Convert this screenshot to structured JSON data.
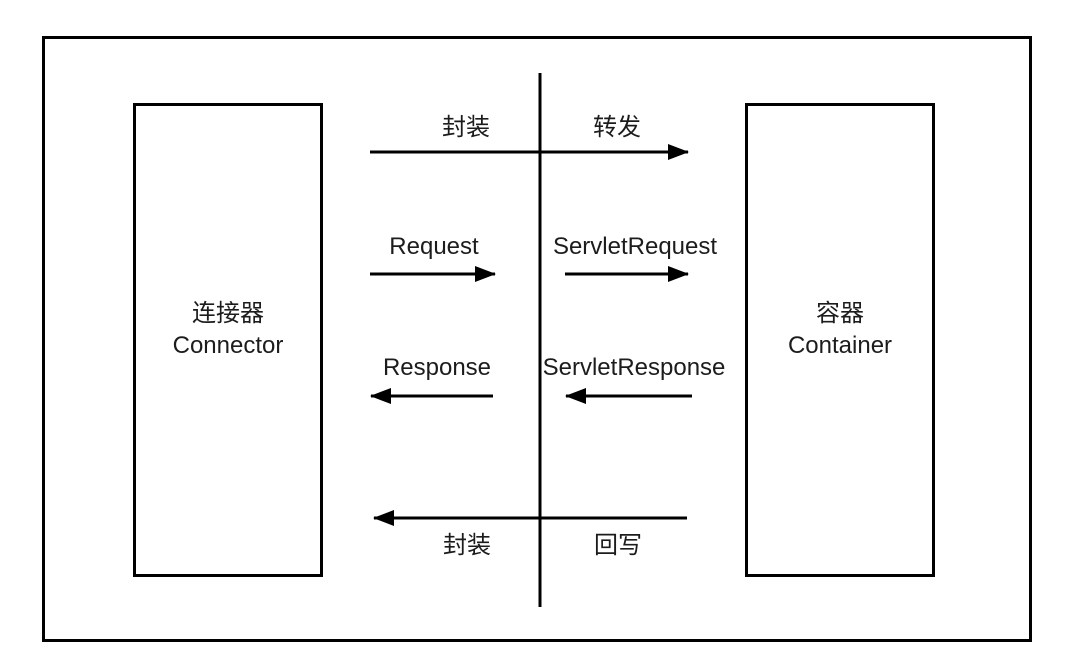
{
  "colors": {
    "background": "#ffffff",
    "line": "#000000",
    "text": "#1c1c1c"
  },
  "left_box": {
    "name_zh": "连接器",
    "name_en": "Connector"
  },
  "right_box": {
    "name_zh": "容器",
    "name_en": "Container"
  },
  "flow_labels": {
    "encapsulate_top": "封装",
    "forward": "转发",
    "request": "Request",
    "servlet_request": "ServletRequest",
    "response": "Response",
    "servlet_response": "ServletResponse",
    "encapsulate_bottom": "封装",
    "write_back": "回写"
  }
}
